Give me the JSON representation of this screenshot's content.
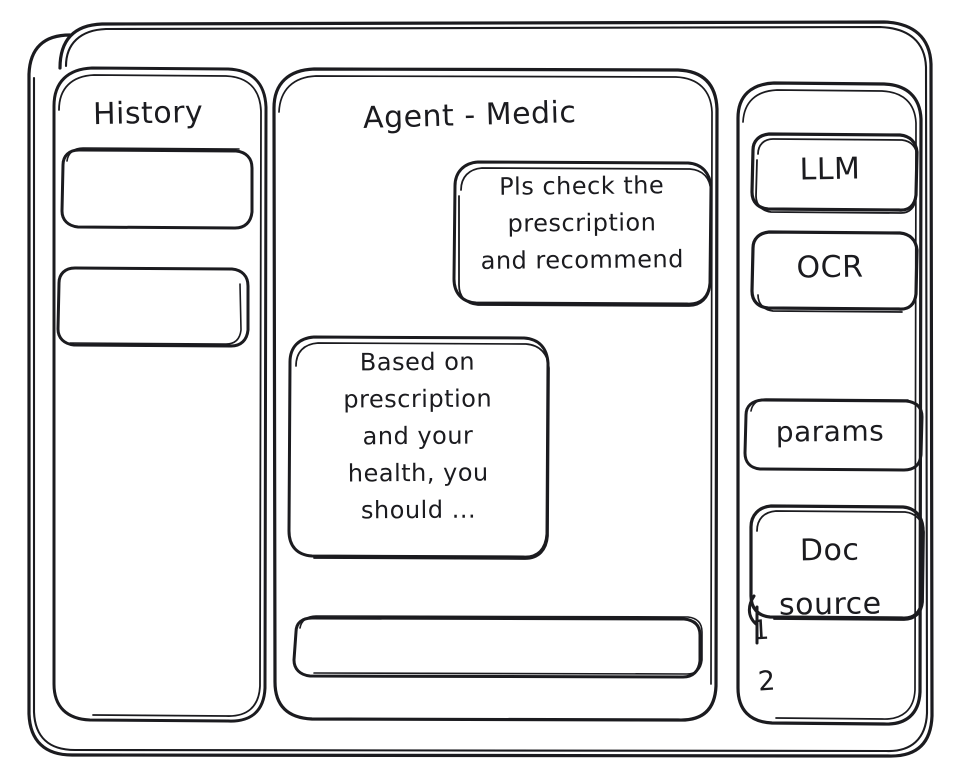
{
  "app": {
    "style": "hand-drawn wireframe",
    "stroke_color": "#1b1b1f",
    "background_color": "#ffffff"
  },
  "sidebar_left": {
    "title": "History",
    "items": [
      {
        "label": ""
      },
      {
        "label": ""
      }
    ]
  },
  "main": {
    "title": "Agent - Medic",
    "messages": [
      {
        "role": "user",
        "text": "Pls check the\nprescription\nand recommend",
        "lines": [
          "Pls check the",
          "prescription",
          "and recommend"
        ]
      },
      {
        "role": "assistant",
        "text": "Based on\nprescription\nand your\nhealth, you\nshould ...",
        "lines": [
          "Based on",
          "prescription",
          "and your",
          "health, you",
          "should ..."
        ]
      }
    ],
    "composer": {
      "value": "",
      "placeholder": ""
    }
  },
  "sidebar_right": {
    "tools": [
      {
        "label": "LLM"
      },
      {
        "label": "OCR"
      },
      {
        "label": "params"
      }
    ],
    "doc_source": {
      "label": "Doc\nsource",
      "lines": [
        "Doc",
        "source"
      ],
      "items": [
        "1",
        "2"
      ]
    }
  }
}
